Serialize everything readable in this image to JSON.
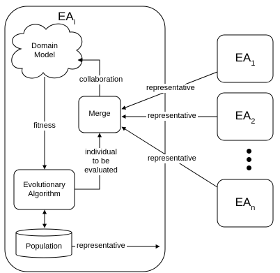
{
  "container": {
    "label": "EA",
    "subscript": "i"
  },
  "nodes": {
    "domain_model": {
      "line1": "Domain",
      "line2": "Model"
    },
    "merge": {
      "label": "Merge"
    },
    "evolutionary_algorithm": {
      "line1": "Evolutionary",
      "line2": "Algorithm"
    },
    "population": {
      "label": "Population"
    },
    "ea_1": {
      "label": "EA",
      "subscript": "1"
    },
    "ea_2": {
      "label": "EA",
      "subscript": "2"
    },
    "ea_n": {
      "label": "EA",
      "subscript": "n"
    }
  },
  "edge_labels": {
    "collaboration": "collaboration",
    "fitness": "fitness",
    "individual": {
      "line1": "individual",
      "line2": "to be",
      "line3": "evaluated"
    },
    "representative_1": "representative",
    "representative_2": "representative",
    "representative_n": "representative",
    "representative_out": "representative"
  }
}
